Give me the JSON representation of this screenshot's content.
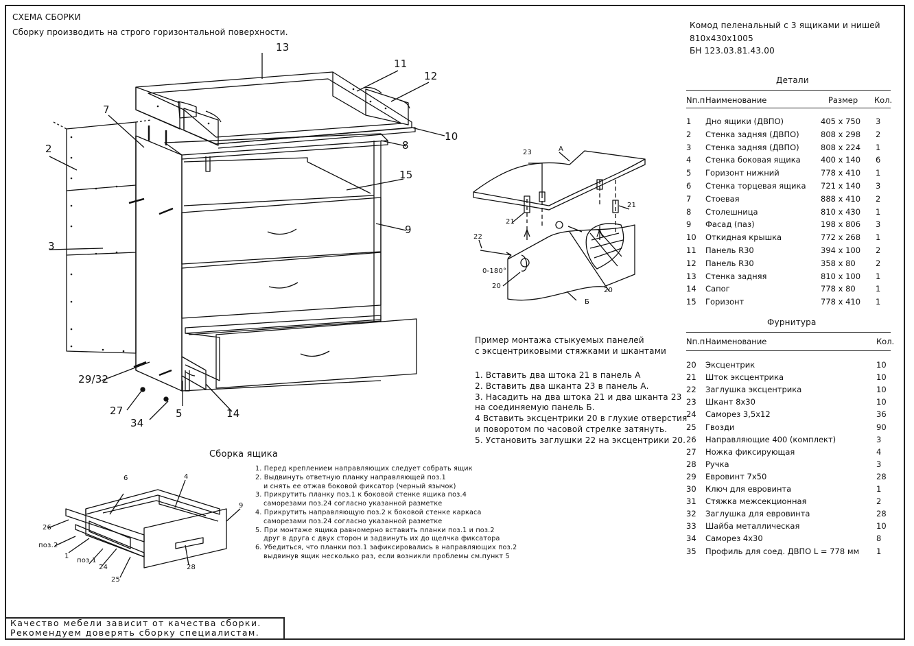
{
  "header": {
    "title": "СХЕМА СБОРКИ",
    "subtitle": "Сборку производить на строго горизонтальной поверхности."
  },
  "product": {
    "name": "Комод пеленальный с 3 ящиками и нишей",
    "size": "810x430x1005",
    "code": "БН 123.03.81.43.00"
  },
  "parts_table": {
    "title": "Детали",
    "columns": [
      "Nп.п",
      "Наименование",
      "Размер",
      "Кол."
    ],
    "rows": [
      [
        "1",
        "Дно ящики (ДВПО)",
        "405 x 750",
        "3"
      ],
      [
        "2",
        "Стенка задняя (ДВПО)",
        "808 x 298",
        "2"
      ],
      [
        "3",
        "Стенка задняя (ДВПО)",
        "808 x 224",
        "1"
      ],
      [
        "4",
        "Стенка боковая ящика",
        "400 x 140",
        "6"
      ],
      [
        "5",
        "Горизонт нижний",
        "778 x 410",
        "1"
      ],
      [
        "6",
        "Стенка торцевая ящика",
        "721 x 140",
        "3"
      ],
      [
        "7",
        "Стоевая",
        "888 x 410",
        "2"
      ],
      [
        "8",
        "Столешница",
        "810 x 430",
        "1"
      ],
      [
        "9",
        "Фасад (паз)",
        "198 x 806",
        "3"
      ],
      [
        "10",
        "Откидная крышка",
        "772 x 268",
        "1"
      ],
      [
        "11",
        "Панель R30",
        "394 x 100",
        "2"
      ],
      [
        "12",
        "Панель R30",
        "358 x 80",
        "2"
      ],
      [
        "13",
        "Стенка задняя",
        "810 x 100",
        "1"
      ],
      [
        "14",
        "Сапог",
        "778 x 80",
        "1"
      ],
      [
        "15",
        "Горизонт",
        "778 x 410",
        "1"
      ]
    ]
  },
  "hardware_table": {
    "title": "Фурнитура",
    "columns": [
      "Nп.п",
      "Наименование",
      "Кол."
    ],
    "rows": [
      [
        "20",
        "Эксцентрик",
        "10"
      ],
      [
        "21",
        "Шток эксцентрика",
        "10"
      ],
      [
        "22",
        "Заглушка эксцентрика",
        "10"
      ],
      [
        "23",
        "Шкант 8x30",
        "10"
      ],
      [
        "24",
        "Саморез 3,5x12",
        "36"
      ],
      [
        "25",
        "Гвозди",
        "90"
      ],
      [
        "26",
        "Направляющие 400 (комплект)",
        "3"
      ],
      [
        "27",
        "Ножка фиксирующая",
        "4"
      ],
      [
        "28",
        "Ручка",
        "3"
      ],
      [
        "29",
        "Евровинт 7x50",
        "28"
      ],
      [
        "30",
        "Ключ для евровинта",
        "1"
      ],
      [
        "31",
        "Стяжка межсекционная",
        "2"
      ],
      [
        "32",
        "Заглушка для евровинта",
        "28"
      ],
      [
        "33",
        "Шайба металлическая",
        "10"
      ],
      [
        "34",
        "Саморез 4x30",
        "8"
      ],
      [
        "35",
        "Профиль для соед. ДВПО L = 778 мм",
        "1"
      ]
    ]
  },
  "panel_joining": {
    "title_line1": "Пример монтажа стыкуемых панелей",
    "title_line2": "с эксцентриковыми стяжками и шкантами",
    "steps": [
      "1. Вставить два штока 21 в панель А",
      "2. Вставить два шканта 23 в панель А.",
      "3. Насадить на два штока 21 и два шканта 23",
      "на соединяемую панель Б.",
      "4 Вставить эксцентрики 20 в глухие отверстия",
      "и поворотом по часовой стрелке затянуть.",
      "5. Установить заглушки 22 на эксцентрики 20."
    ],
    "labels": {
      "a": "А",
      "b": "Б",
      "n23": "23",
      "n21a": "21",
      "n21b": "21",
      "n22": "22",
      "angle": "0-180°",
      "n20a": "20",
      "n20b": "20"
    }
  },
  "drawer_assembly": {
    "title": "Сборка ящика",
    "steps": [
      "1. Перед креплением направляющих следует собрать ящик",
      "2. Выдвинуть ответную планку направляющей поз.1",
      "и снять ее отжав боковой фиксатор (черный язычок)",
      "3. Прикрутить планку поз.1 к боковой стенке ящика поз.4",
      "саморезами поз.24 согласно указанной разметке",
      "4. Прикрутить направляющую поз.2 к боковой стенке каркаса",
      "саморезами поз.24 согласно указанной разметке",
      "5. При монтаже ящика равномерно вставить планки поз.1 и поз.2",
      "друг в друга с двух сторон и задвинуть их до щелчка фиксатора",
      "6. Убедиться, что планки поз.1 зафиксировались в направляющих поз.2",
      "выдвинув ящик несколько раз, если возникли проблемы см.пункт 5"
    ],
    "labels": {
      "n6": "6",
      "n4": "4",
      "n9": "9",
      "n26": "26",
      "poz2": "поз.2",
      "n1": "1",
      "poz1": "поз.1",
      "n24": "24",
      "n25": "25",
      "n28": "28"
    }
  },
  "main_labels": {
    "n13": "13",
    "n11": "11",
    "n12": "12",
    "n10": "10",
    "n7": "7",
    "n8": "8",
    "n2": "2",
    "n15": "15",
    "n9": "9",
    "n3": "3",
    "n29_32": "29/32",
    "n27": "27",
    "n34": "34",
    "n5": "5",
    "n14": "14"
  },
  "footer": {
    "line1": "Качество мебели зависит от качества сборки.",
    "line2": "Рекомендуем доверять сборку специалистам."
  }
}
